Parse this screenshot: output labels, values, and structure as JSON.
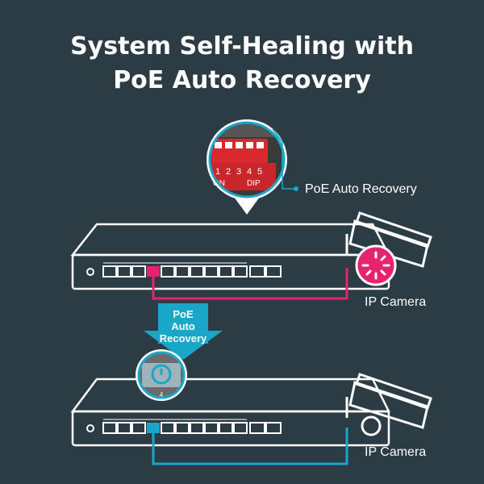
{
  "title": {
    "line1": "System Self-Healing with",
    "line2": "PoE Auto Recovery"
  },
  "dip_switch": {
    "numbers": [
      "1",
      "2",
      "3",
      "4",
      "5"
    ],
    "on_label": "ON",
    "dip_label": "DIP",
    "callout": "PoE Auto Recovery"
  },
  "camera": {
    "label": "IP Camera"
  },
  "arrow": {
    "line1": "PoE",
    "line2": "Auto",
    "line3": "Recovery"
  },
  "port_badge": {
    "number": "4"
  },
  "colors": {
    "background": "#2c3c45",
    "fault": "#e6236e",
    "ok": "#1aa6c9",
    "arrow": "#1aa6c9",
    "dip": "#d9282f"
  }
}
